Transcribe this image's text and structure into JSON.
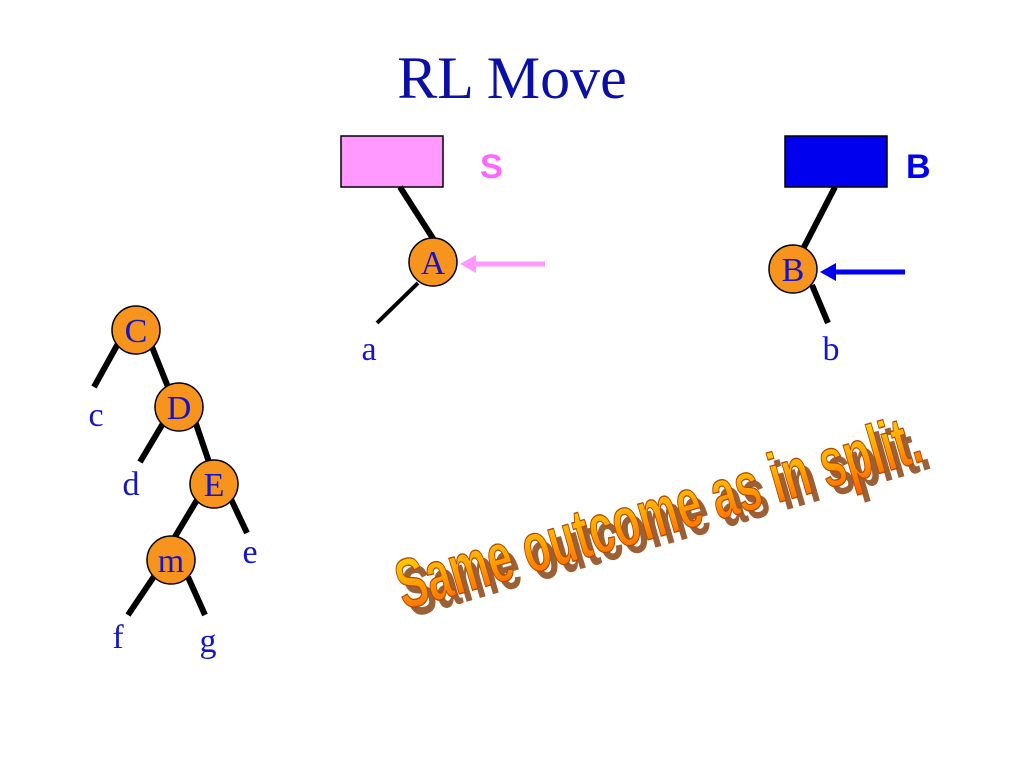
{
  "title": "RL Move",
  "small_tree": {
    "box_color": "#ff99ff",
    "label": "S",
    "label_color": "#ff66ff",
    "arrow_color": "#ff99ff",
    "node": "A",
    "leaf": "a"
  },
  "big_tree": {
    "box_color": "#0000ee",
    "label": "B",
    "label_color": "#0000ee",
    "arrow_color": "#0000ee",
    "node": "B",
    "leaf": "b"
  },
  "path": {
    "nodes": [
      "C",
      "D",
      "E",
      "m"
    ],
    "leaves": [
      "c",
      "d",
      "e",
      "f",
      "g"
    ]
  },
  "colors": {
    "node_fill": "#f7941d",
    "edge": "#000000",
    "text": "#1515c8",
    "wordart_fill": "#ff8c00",
    "wordart_shadow": "#8b4513"
  },
  "caption": "Same outcome as in split."
}
